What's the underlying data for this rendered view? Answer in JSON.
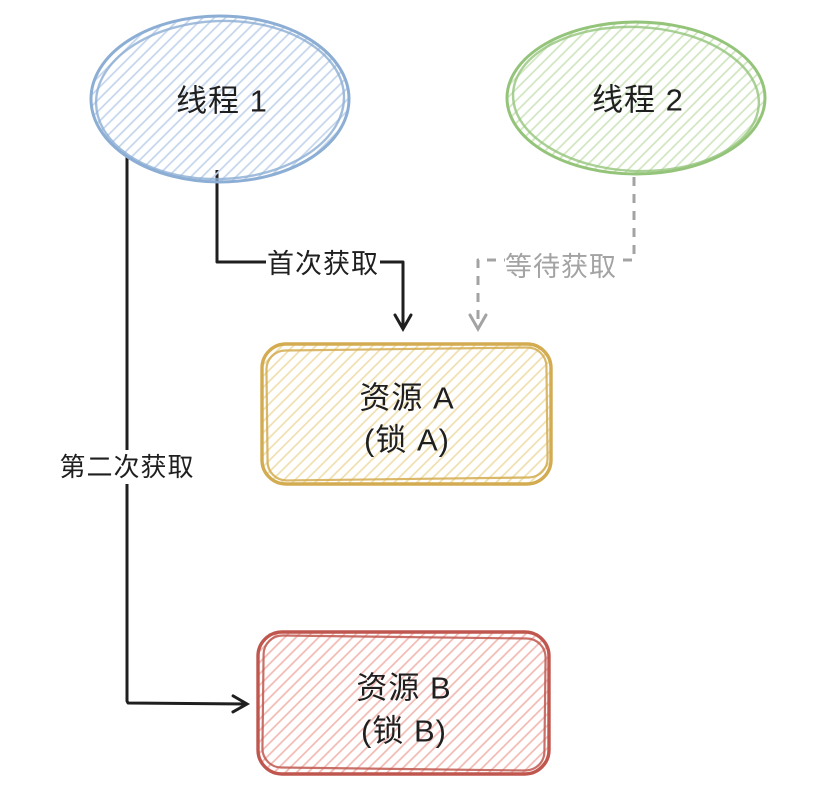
{
  "canvas": {
    "background": "#ffffff",
    "text_color": "#1f1f1f"
  },
  "nodes": {
    "thread1": {
      "label": "线程 1",
      "stroke": "#8caed4",
      "hatch": "#c3d5ec"
    },
    "thread2": {
      "label": "线程 2",
      "stroke": "#94c47a",
      "hatch": "#d0e5c0"
    },
    "resource_a": {
      "line1": "资源 A",
      "line2": "(锁 A)",
      "stroke": "#d3ab50",
      "hatch": "#f0dfae"
    },
    "resource_b": {
      "line1": "资源 B",
      "line2": "(锁 B)",
      "stroke": "#c0574f",
      "hatch": "#f2b9b2"
    }
  },
  "edges": {
    "first_acquire": {
      "label": "首次获取",
      "color": "#1f1f1f",
      "style": "solid"
    },
    "wait_acquire": {
      "label": "等待获取",
      "color": "#a3a3a3",
      "style": "dashed"
    },
    "second_acquire": {
      "label": "第二次获取",
      "color": "#1f1f1f",
      "style": "solid"
    }
  }
}
